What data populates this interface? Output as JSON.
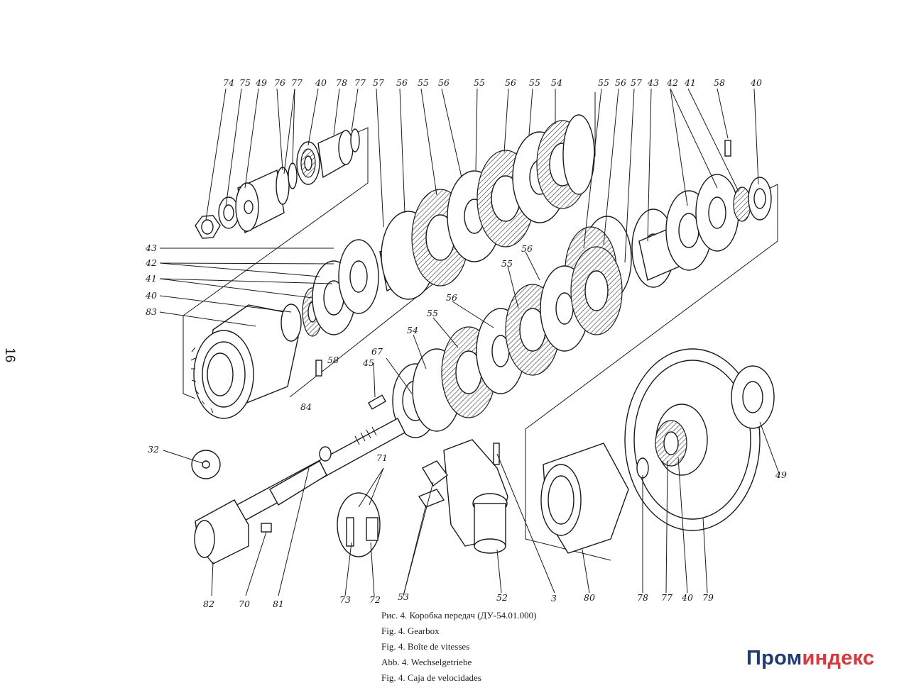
{
  "page_number": "16",
  "callouts": {
    "top_row": [
      "74",
      "75",
      "49",
      "76",
      "77",
      "40",
      "78",
      "77",
      "57",
      "56",
      "55",
      "56",
      "55",
      "56",
      "55",
      "54",
      "55",
      "56",
      "57",
      "43",
      "42",
      "41",
      "58",
      "40"
    ],
    "left_col": [
      "43",
      "42",
      "41",
      "40",
      "83"
    ],
    "middle": [
      "58",
      "84",
      "67",
      "45",
      "54",
      "55",
      "56",
      "55",
      "56"
    ],
    "lower": [
      "32",
      "71",
      "82",
      "70",
      "81",
      "73",
      "72",
      "53",
      "52",
      "3",
      "80",
      "78",
      "77",
      "40",
      "79",
      "49"
    ]
  },
  "caption": {
    "ru": "Рис. 4. Коробка передач (ДУ-54.01.000)",
    "en": "Fig. 4. Gearbox",
    "fr": "Fig. 4. Boîte de vitesses",
    "de": "Abb. 4. Wechselgetriebe",
    "es": "Fig. 4. Caja de velocidades"
  },
  "brand": {
    "part1": "Пром",
    "part2": "индекс",
    "color1": "#1f3b73",
    "color2": "#e3343a"
  }
}
